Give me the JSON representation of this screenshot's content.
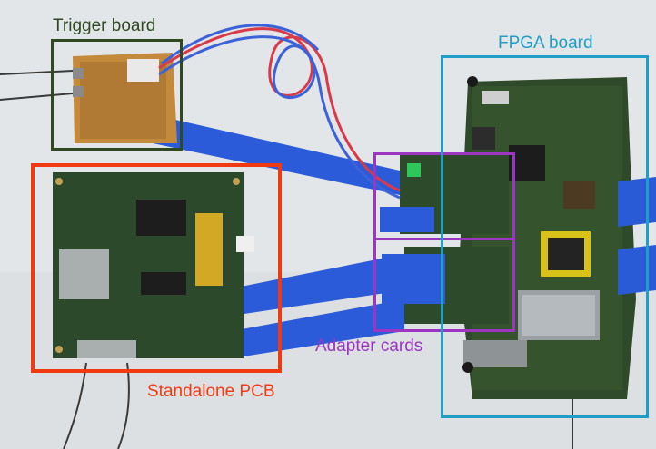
{
  "labels": {
    "trigger_board": "Trigger board",
    "fpga_board": "FPGA board",
    "adapter_cards": "Adapter cards",
    "standalone_pcb": "Standalone PCB"
  },
  "colors": {
    "trigger_board": "#2f4a22",
    "fpga_board": "#1f9fc7",
    "adapter_cards": "#9b35c2",
    "standalone_pcb": "#f23a12"
  }
}
